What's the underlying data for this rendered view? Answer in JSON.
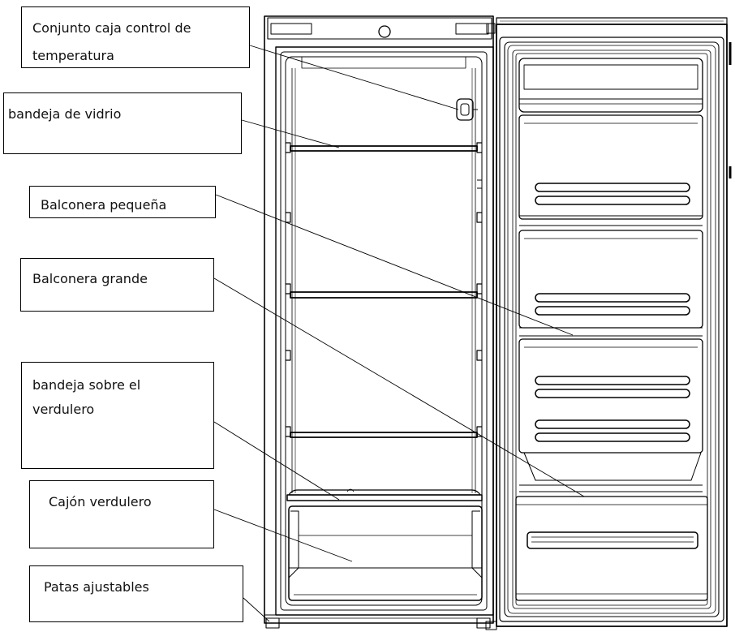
{
  "labels": [
    {
      "id": "temp_control",
      "text_lines": [
        "Conjunto caja  control de",
        "temperatura"
      ]
    },
    {
      "id": "glass_shelf",
      "text_lines": [
        "bandeja de vidrio"
      ]
    },
    {
      "id": "small_balcony",
      "text_lines": [
        "Balconera pequeña"
      ]
    },
    {
      "id": "large_balcony",
      "text_lines": [
        "Balconera grande"
      ]
    },
    {
      "id": "crisper_cover",
      "text_lines": [
        "bandeja sobre el",
        "verdulero"
      ]
    },
    {
      "id": "crisper_drawer",
      "text_lines": [
        "Cajón verdulero"
      ]
    },
    {
      "id": "adjustable_feet",
      "text_lines": [
        "Patas ajustables"
      ]
    }
  ]
}
